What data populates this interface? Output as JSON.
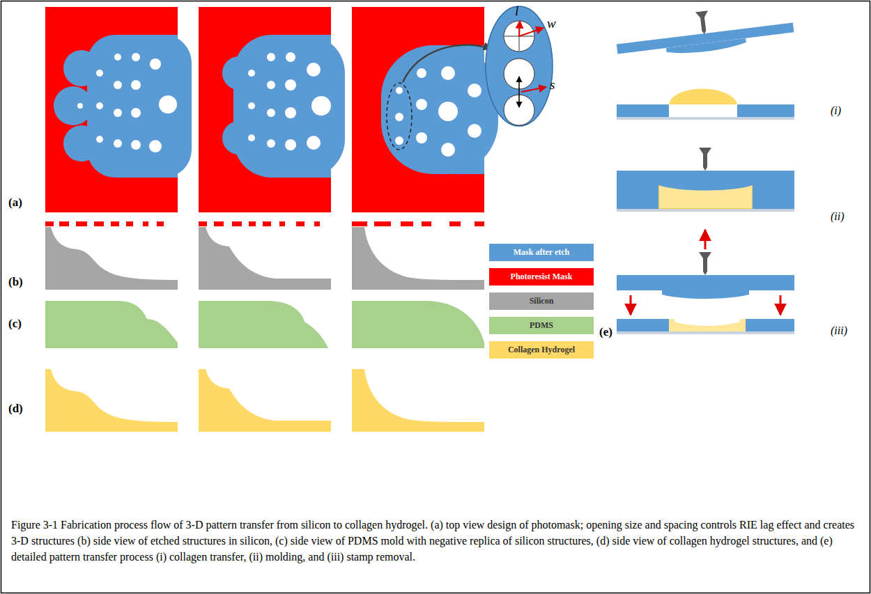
{
  "diagram": {
    "caption": "Figure 3-1 Fabrication process flow of 3-D pattern transfer from silicon to collagen hydrogel. (a) top view design of photomask; opening size and spacing controls RIE lag effect and creates 3-D structures (b) side view of etched structures in silicon, (c) side view of PDMS mold with negative replica of silicon structures, (d) side view of collagen hydrogel structures, and (e) detailed pattern transfer process (i) collagen transfer, (ii) molding, and (iii) stamp removal.",
    "labels": [
      "(a)",
      "(b)",
      "(c)",
      "(d)",
      "l",
      "w",
      "s",
      "(i)",
      "(ii)",
      "(e)",
      "(iii)"
    ],
    "legend": [
      {
        "text": "Mask after etch",
        "color": "#5b9bd5"
      },
      {
        "text": "Photoresist Mask",
        "color": "#ff0000"
      },
      {
        "text": "Silicon",
        "color": "#a6a6a6"
      },
      {
        "text": "PDMS",
        "color": "#a9d18e"
      },
      {
        "text": "Collagen Hydrogel",
        "color": "#ffd966"
      }
    ]
  }
}
